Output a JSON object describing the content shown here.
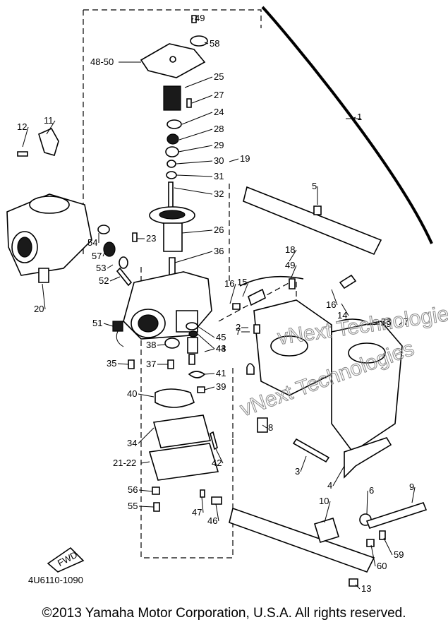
{
  "diagram": {
    "callouts": [
      "49",
      "58",
      "48-50",
      "25",
      "27",
      "24",
      "28",
      "29",
      "30",
      "19",
      "31",
      "32",
      "26",
      "23",
      "36",
      "12",
      "11",
      "54",
      "57",
      "53",
      "52",
      "20",
      "18",
      "49",
      "16",
      "15",
      "5",
      "51",
      "45",
      "44",
      "38",
      "43",
      "7",
      "2",
      "37",
      "35",
      "41",
      "39",
      "40",
      "34",
      "21-22",
      "42",
      "56",
      "55",
      "47",
      "46",
      "10",
      "60",
      "59",
      "13",
      "9",
      "6",
      "4",
      "3",
      "8",
      "16",
      "14",
      "49",
      "33",
      "7",
      "1"
    ],
    "drawing_code": "4U6110-1090",
    "fwd_label": "FWD",
    "watermark": [
      "vNext Technologies",
      "vNext Technologies"
    ]
  },
  "footer": {
    "copyright": "©2013 Yamaha Motor Corporation, U.S.A. All rights reserved."
  }
}
